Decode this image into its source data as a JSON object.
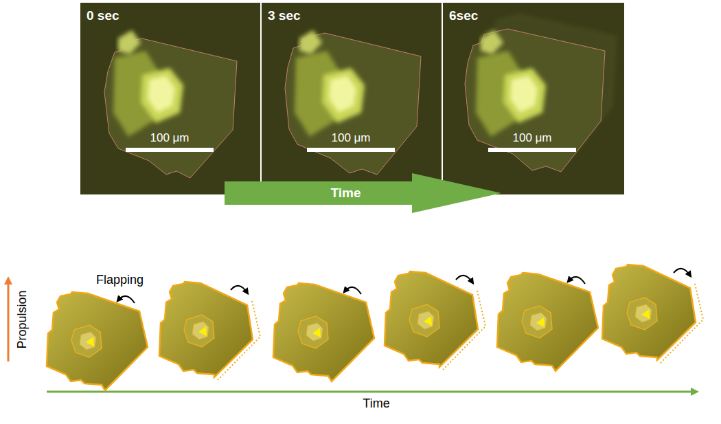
{
  "diagram": {
    "nodes": [
      {
        "text": [
          "0 sec",
          "100 μm"
        ]
      },
      {
        "text": [
          "3 sec",
          "100 μm"
        ]
      },
      {
        "text": [
          "6sec",
          "100 μm"
        ]
      },
      {
        "text": [
          "Time"
        ]
      }
    ],
    "labels": [
      "Flapping",
      "Propulsion",
      "Time"
    ]
  }
}
